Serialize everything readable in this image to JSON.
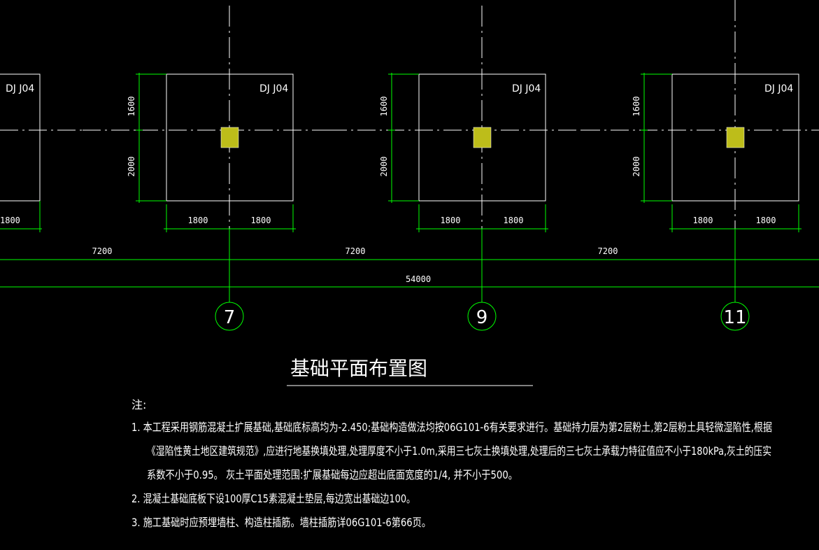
{
  "drawing": {
    "footings": [
      {
        "label": "DJ J04",
        "dim_top": "1600",
        "dim_bottom": "2000",
        "dim_left": "1800",
        "dim_right": "1800"
      },
      {
        "label": "DJ J04",
        "dim_top": "1600",
        "dim_bottom": "2000",
        "dim_left": "1800",
        "dim_right": "1800"
      },
      {
        "label": "DJ J04",
        "dim_top": "1600",
        "dim_bottom": "2000",
        "dim_left": "1800",
        "dim_right": "1800"
      }
    ],
    "partial_footing": {
      "label": "DJ J04",
      "dim_right": "1800"
    },
    "bay_spacing": [
      "7200",
      "7200",
      "7200"
    ],
    "total_length": "54000",
    "axes": [
      "7",
      "9",
      "11"
    ]
  },
  "title": "基础平面布置图",
  "notes_heading": "注:",
  "notes": [
    "1. 本工程采用钢筋混凝土扩展基础,基础底标高均为-2.450;基础构造做法均按06G101-6有关要求进行。基础持力层为第2层粉土,第2层粉土具轻微湿陷性,根据",
    "《湿陷性黄土地区建筑规范》,应进行地基换填处理,处理厚度不小于1.0m,采用三七灰土换填处理,处理后的三七灰土承载力特征值应不小于180kPa,灰土的压实",
    "系数不小于0.95。 灰土平面处理范围:扩展基础每边应超出底面宽度的1/4, 并不小于500。",
    "2. 混凝土基础底板下设100厚C15素混凝土垫层,每边宽出基础边100。",
    "3. 施工基础时应预埋墙柱、构造柱插筋。墙柱插筋详06G101-6第66页。"
  ],
  "colors": {
    "background": "#000000",
    "geometry": "#ffffff",
    "dimension": "#00ff00",
    "column": "#bdbd1a"
  }
}
